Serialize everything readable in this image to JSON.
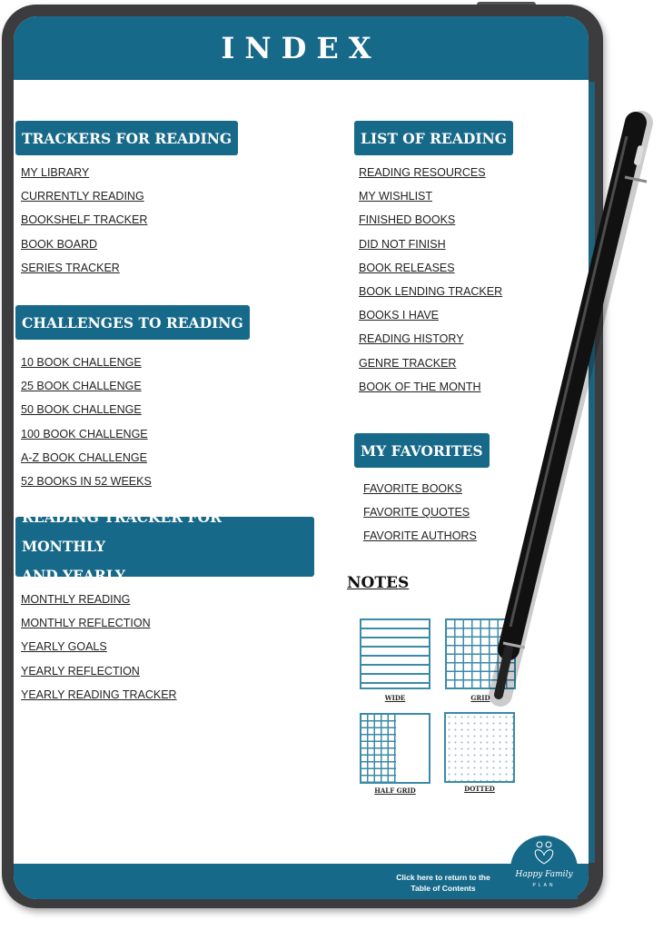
{
  "header": {
    "title": "INDEX"
  },
  "sections": {
    "trackers": {
      "title": "TRACKERS FOR READING",
      "items": [
        "MY LIBRARY",
        "CURRENTLY READING",
        "BOOKSHELF TRACKER",
        "BOOK BOARD",
        "SERIES TRACKER"
      ]
    },
    "challenges": {
      "title": "CHALLENGES TO READING",
      "items": [
        "10 BOOK CHALLENGE",
        "25 BOOK CHALLENGE",
        "50 BOOK CHALLENGE",
        "100 BOOK CHALLENGE",
        "A-Z BOOK CHALLENGE",
        "52 BOOKS IN 52 WEEKS"
      ]
    },
    "monthly": {
      "title_line1": "READING TRACKER FOR MONTHLY",
      "title_line2": "AND YEARLY",
      "items": [
        "MONTHLY READING",
        "MONTHLY REFLECTION",
        "YEARLY GOALS",
        "YEARLY REFLECTION",
        "YEARLY READING TRACKER"
      ]
    },
    "list": {
      "title": "LIST OF READING",
      "items": [
        "READING RESOURCES",
        "MY WISHLIST",
        "FINISHED BOOKS",
        "DID NOT FINISH",
        "BOOK RELEASES",
        "BOOK LENDING TRACKER",
        "BOOKS I HAVE",
        "READING HISTORY",
        "GENRE TRACKER",
        "BOOK OF THE MONTH"
      ]
    },
    "favorites": {
      "title": "MY FAVORITES",
      "items": [
        "FAVORITE BOOKS",
        "FAVORITE QUOTES",
        "FAVORITE AUTHORS"
      ]
    }
  },
  "notes": {
    "title": "NOTES",
    "templates": [
      "WIDE",
      "GRID",
      "HALF GRID",
      "DOTTED"
    ]
  },
  "footer": {
    "link_line1": "Click here to return to the",
    "link_line2": "Table of Contents",
    "logo_script": "Happy Family",
    "logo_sub": "PLAN"
  },
  "colors": {
    "accent": "#17698a"
  }
}
